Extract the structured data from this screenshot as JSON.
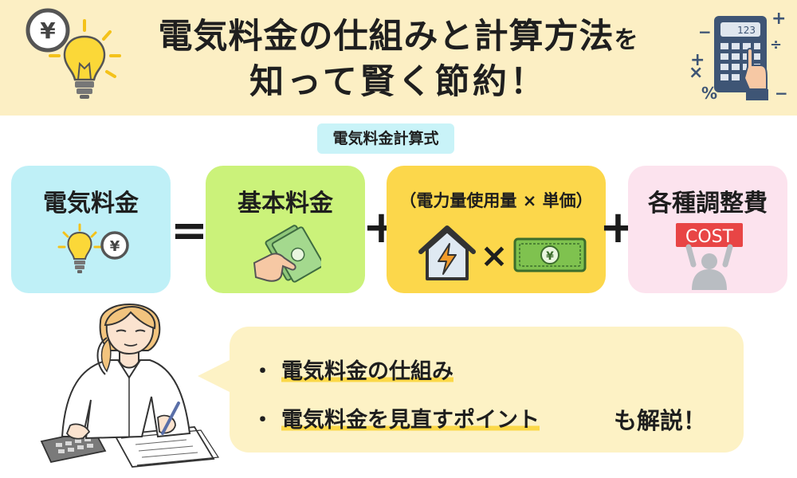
{
  "header": {
    "title_line1_main": "電気料金の仕組みと計算方法",
    "title_line1_particle": "を",
    "title_line2": "知って賢く節約！"
  },
  "formula": {
    "label": "電気料金計算式",
    "result_label": "電気料金",
    "equals": "=",
    "base_fee": "基本料金",
    "plus": "+",
    "usage_label": "（電力量使用量 × 単価）",
    "times": "×",
    "adjustment_label": "各種調整費",
    "cost_sign": "COST",
    "yen_symbol": "¥"
  },
  "calculator": {
    "display": "123"
  },
  "bubble": {
    "bullet": "・",
    "point1": "電気料金の仕組み",
    "point2": "電気料金を見直すポイント",
    "suffix": "も解説！"
  },
  "icons": [
    "yen-coin-icon",
    "lightbulb-icon",
    "calculator-icon",
    "percent-icon",
    "plus-icon",
    "times-icon",
    "minus-icon",
    "divide-icon",
    "money-in-hand-icon",
    "house-lightning-icon",
    "banknote-icon",
    "person-holding-cost-sign-icon",
    "woman-working-illustration"
  ],
  "colors": {
    "header_bg": "#fcefc4",
    "formula_label_bg": "#c9f3f8",
    "result_box_bg": "#bff0f7",
    "base_fee_box_bg": "#cbf27a",
    "usage_box_bg": "#fcd74b",
    "adjustment_box_bg": "#fce3ee",
    "bubble_bg": "#fdf2c5",
    "highlight": "#fbd848",
    "cost_sign_red": "#e84545"
  }
}
